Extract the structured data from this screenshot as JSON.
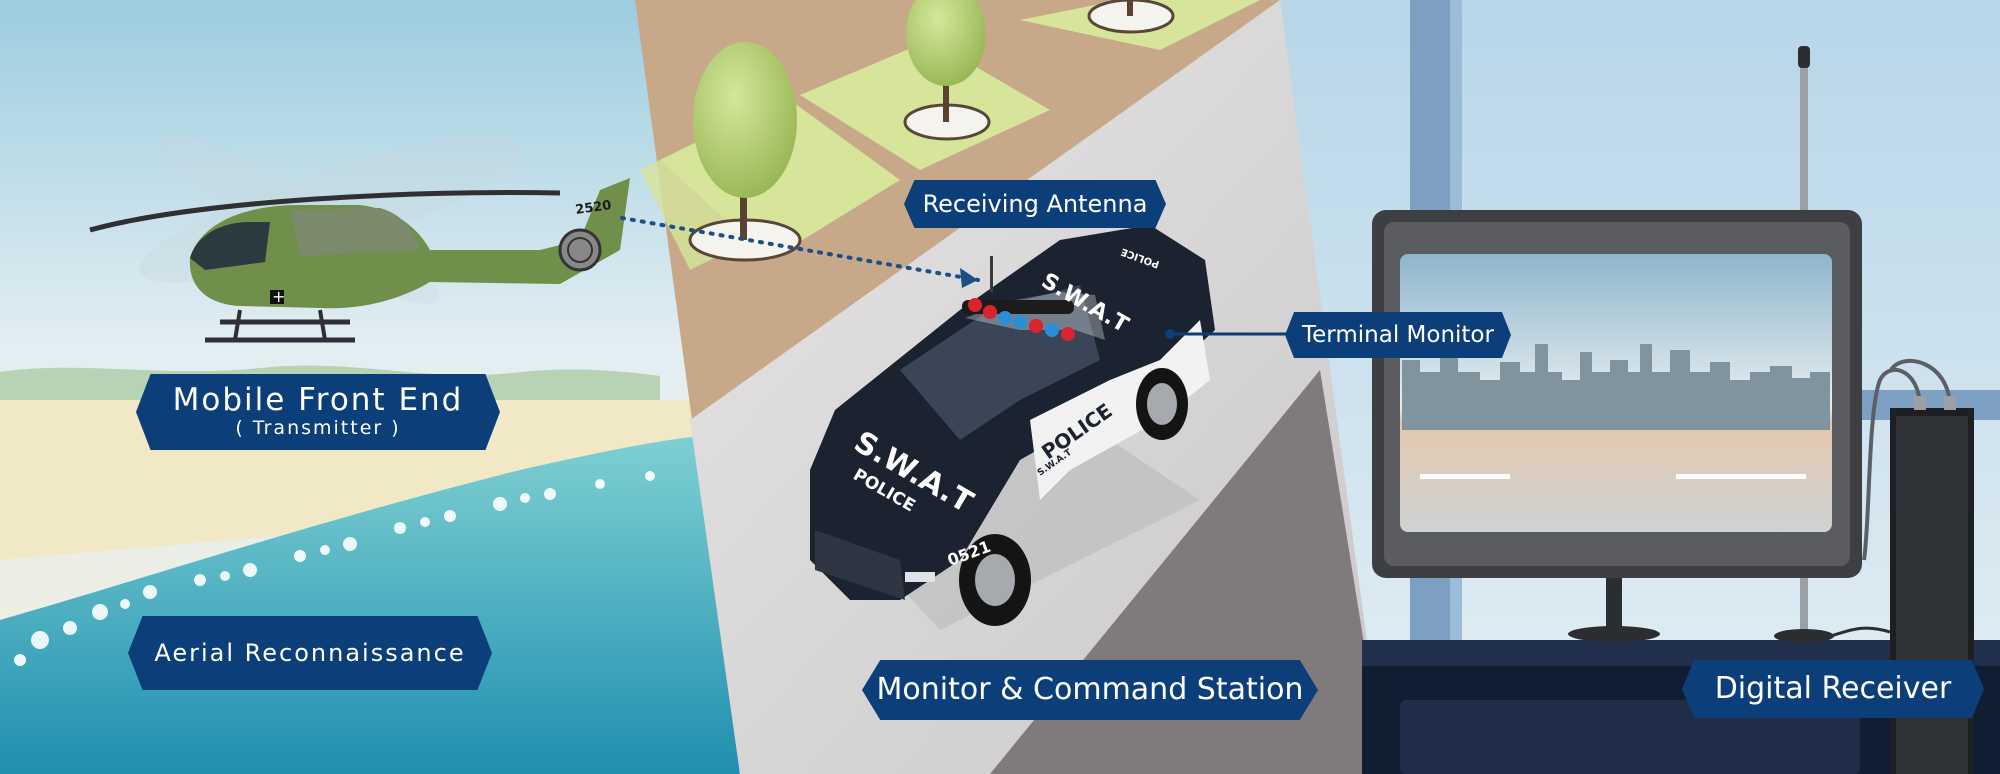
{
  "labels": {
    "mobile_front_end": "Mobile Front End",
    "transmitter": "( Transmitter )",
    "aerial_recon": "Aerial Reconnaissance",
    "receiving_antenna": "Receiving Antenna",
    "terminal_monitor": "Terminal Monitor",
    "monitor_station": "Monitor & Command Station",
    "digital_receiver": "Digital Receiver"
  },
  "helicopter": {
    "tail_number": "2520"
  },
  "vehicle": {
    "roof_text": "S.W.A.T",
    "hood_text": "S.W.A.T",
    "hood_sub": "POLICE",
    "door_text": "POLICE",
    "door_sub": "S.W.A.T",
    "rear_text": "POLICE",
    "unit_number": "0521"
  },
  "colors": {
    "label_bg": "#0c3f7a",
    "label_text": "#ffffff",
    "sky": "#cfe3ee",
    "sea": "#3fb3bf",
    "link_line": "#1c4f86"
  },
  "icons": [
    "helicopter-icon",
    "police-suv-icon",
    "tree-icon",
    "monitor-icon",
    "receiver-icon",
    "antenna-icon"
  ]
}
